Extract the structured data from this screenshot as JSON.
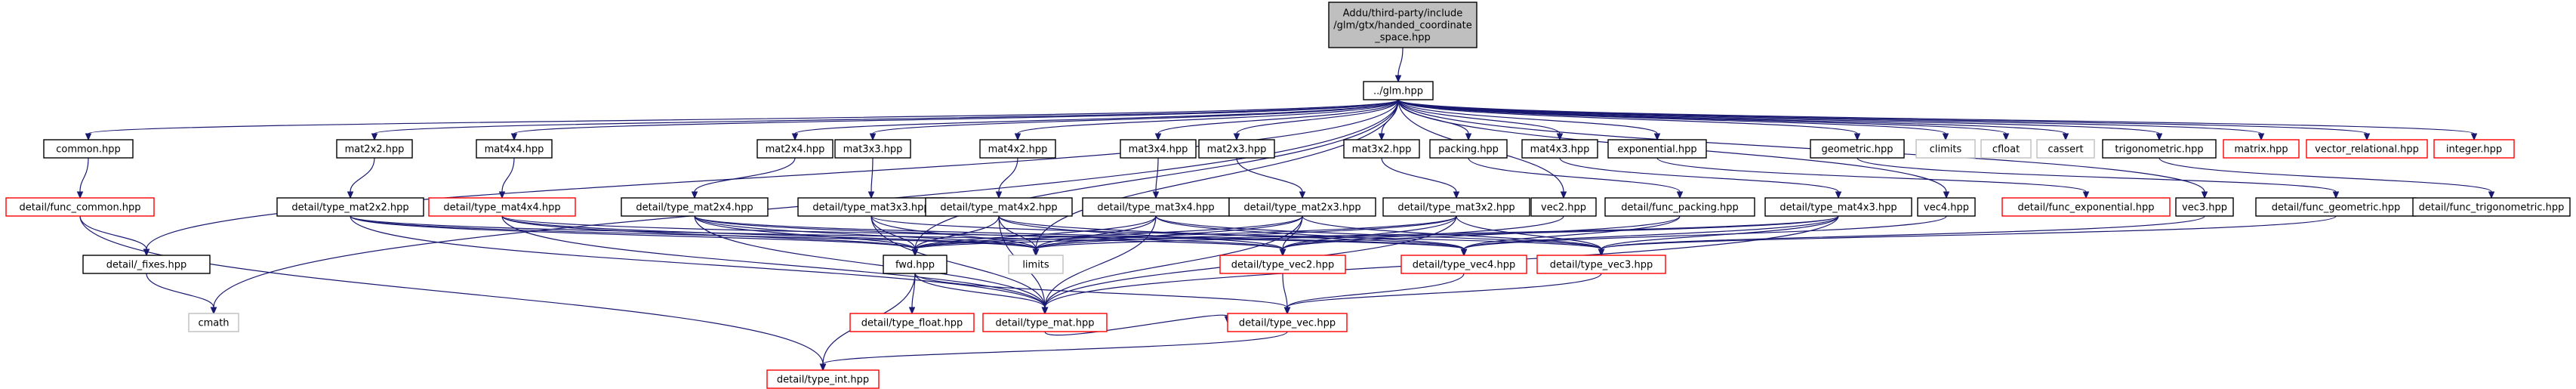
{
  "colors": {
    "edge": "#191970",
    "default_border": "#000000",
    "missing_border": "#bfbfbf",
    "link_border": "#ff0000",
    "root_fill": "#bfbfbf",
    "fill": "#ffffff"
  },
  "nodes": [
    {
      "id": "root",
      "lines": [
        "Addu/third-party/include",
        "/glm/gtx/handed_coordinate",
        "_space.hpp"
      ],
      "style": "root"
    },
    {
      "id": "glm",
      "lines": [
        "../glm.hpp"
      ],
      "style": "default"
    },
    {
      "id": "common",
      "lines": [
        "common.hpp"
      ],
      "style": "default"
    },
    {
      "id": "func_common",
      "lines": [
        "detail/func_common.hpp"
      ],
      "style": "link"
    },
    {
      "id": "fixes",
      "lines": [
        "detail/_fixes.hpp"
      ],
      "style": "default"
    },
    {
      "id": "cmath",
      "lines": [
        "cmath"
      ],
      "style": "missing"
    },
    {
      "id": "type_int",
      "lines": [
        "detail/type_int.hpp"
      ],
      "style": "link"
    },
    {
      "id": "mat2x2",
      "lines": [
        "mat2x2.hpp"
      ],
      "style": "default"
    },
    {
      "id": "type_mat2x2",
      "lines": [
        "detail/type_mat2x2.hpp"
      ],
      "style": "default"
    },
    {
      "id": "mat4x4",
      "lines": [
        "mat4x4.hpp"
      ],
      "style": "default"
    },
    {
      "id": "type_mat4x4",
      "lines": [
        "detail/type_mat4x4.hpp"
      ],
      "style": "link"
    },
    {
      "id": "mat2x4",
      "lines": [
        "mat2x4.hpp"
      ],
      "style": "default"
    },
    {
      "id": "type_mat2x4",
      "lines": [
        "detail/type_mat2x4.hpp"
      ],
      "style": "default"
    },
    {
      "id": "mat3x3",
      "lines": [
        "mat3x3.hpp"
      ],
      "style": "default"
    },
    {
      "id": "type_mat3x3",
      "lines": [
        "detail/type_mat3x3.hpp"
      ],
      "style": "default"
    },
    {
      "id": "mat4x2",
      "lines": [
        "mat4x2.hpp"
      ],
      "style": "default"
    },
    {
      "id": "type_mat4x2",
      "lines": [
        "detail/type_mat4x2.hpp"
      ],
      "style": "default"
    },
    {
      "id": "mat3x4",
      "lines": [
        "mat3x4.hpp"
      ],
      "style": "default"
    },
    {
      "id": "type_mat3x4",
      "lines": [
        "detail/type_mat3x4.hpp"
      ],
      "style": "default"
    },
    {
      "id": "mat2x3",
      "lines": [
        "mat2x3.hpp"
      ],
      "style": "default"
    },
    {
      "id": "type_mat2x3",
      "lines": [
        "detail/type_mat2x3.hpp"
      ],
      "style": "default"
    },
    {
      "id": "mat3x2",
      "lines": [
        "mat3x2.hpp"
      ],
      "style": "default"
    },
    {
      "id": "type_mat3x2",
      "lines": [
        "detail/type_mat3x2.hpp"
      ],
      "style": "default"
    },
    {
      "id": "packing",
      "lines": [
        "packing.hpp"
      ],
      "style": "default"
    },
    {
      "id": "func_packing",
      "lines": [
        "detail/func_packing.hpp"
      ],
      "style": "default"
    },
    {
      "id": "mat4x3",
      "lines": [
        "mat4x3.hpp"
      ],
      "style": "default"
    },
    {
      "id": "type_mat4x3",
      "lines": [
        "detail/type_mat4x3.hpp"
      ],
      "style": "default"
    },
    {
      "id": "exponential",
      "lines": [
        "exponential.hpp"
      ],
      "style": "default"
    },
    {
      "id": "func_exponential",
      "lines": [
        "detail/func_exponential.hpp"
      ],
      "style": "link"
    },
    {
      "id": "vec2",
      "lines": [
        "vec2.hpp"
      ],
      "style": "default"
    },
    {
      "id": "vec4",
      "lines": [
        "vec4.hpp"
      ],
      "style": "default"
    },
    {
      "id": "vec3",
      "lines": [
        "vec3.hpp"
      ],
      "style": "default"
    },
    {
      "id": "geometric",
      "lines": [
        "geometric.hpp"
      ],
      "style": "default"
    },
    {
      "id": "func_geometric",
      "lines": [
        "detail/func_geometric.hpp"
      ],
      "style": "default"
    },
    {
      "id": "climits",
      "lines": [
        "climits"
      ],
      "style": "missing"
    },
    {
      "id": "cfloat",
      "lines": [
        "cfloat"
      ],
      "style": "missing"
    },
    {
      "id": "cassert",
      "lines": [
        "cassert"
      ],
      "style": "missing"
    },
    {
      "id": "trigonometric",
      "lines": [
        "trigonometric.hpp"
      ],
      "style": "default"
    },
    {
      "id": "func_trigonometric",
      "lines": [
        "detail/func_trigonometric.hpp"
      ],
      "style": "default"
    },
    {
      "id": "matrix",
      "lines": [
        "matrix.hpp"
      ],
      "style": "link"
    },
    {
      "id": "vector_relational",
      "lines": [
        "vector_relational.hpp"
      ],
      "style": "link"
    },
    {
      "id": "integer",
      "lines": [
        "integer.hpp"
      ],
      "style": "link"
    },
    {
      "id": "fwd",
      "lines": [
        "fwd.hpp"
      ],
      "style": "default"
    },
    {
      "id": "limits",
      "lines": [
        "limits"
      ],
      "style": "missing"
    },
    {
      "id": "type_vec2",
      "lines": [
        "detail/type_vec2.hpp"
      ],
      "style": "link"
    },
    {
      "id": "type_vec4",
      "lines": [
        "detail/type_vec4.hpp"
      ],
      "style": "link"
    },
    {
      "id": "type_vec3",
      "lines": [
        "detail/type_vec3.hpp"
      ],
      "style": "link"
    },
    {
      "id": "type_float",
      "lines": [
        "detail/type_float.hpp"
      ],
      "style": "link"
    },
    {
      "id": "type_mat",
      "lines": [
        "detail/type_mat.hpp"
      ],
      "style": "link"
    },
    {
      "id": "type_vec",
      "lines": [
        "detail/type_vec.hpp"
      ],
      "style": "link"
    }
  ],
  "edges": [
    [
      "root",
      "glm"
    ],
    [
      "glm",
      "common"
    ],
    [
      "glm",
      "mat2x2"
    ],
    [
      "glm",
      "mat4x4"
    ],
    [
      "glm",
      "mat2x4"
    ],
    [
      "glm",
      "mat3x3"
    ],
    [
      "glm",
      "mat4x2"
    ],
    [
      "glm",
      "mat3x4"
    ],
    [
      "glm",
      "mat2x3"
    ],
    [
      "glm",
      "mat3x2"
    ],
    [
      "glm",
      "packing"
    ],
    [
      "glm",
      "mat4x3"
    ],
    [
      "glm",
      "exponential"
    ],
    [
      "glm",
      "geometric"
    ],
    [
      "glm",
      "climits"
    ],
    [
      "glm",
      "cfloat"
    ],
    [
      "glm",
      "cassert"
    ],
    [
      "glm",
      "trigonometric"
    ],
    [
      "glm",
      "matrix"
    ],
    [
      "glm",
      "vector_relational"
    ],
    [
      "glm",
      "integer"
    ],
    [
      "glm",
      "fixes"
    ],
    [
      "glm",
      "cmath"
    ],
    [
      "glm",
      "fwd"
    ],
    [
      "glm",
      "limits"
    ],
    [
      "glm",
      "vec2"
    ],
    [
      "glm",
      "vec3"
    ],
    [
      "glm",
      "vec4"
    ],
    [
      "common",
      "func_common"
    ],
    [
      "func_common",
      "fixes"
    ],
    [
      "func_common",
      "type_int"
    ],
    [
      "fixes",
      "cmath"
    ],
    [
      "mat2x2",
      "type_mat2x2"
    ],
    [
      "mat4x4",
      "type_mat4x4"
    ],
    [
      "mat2x4",
      "type_mat2x4"
    ],
    [
      "mat3x3",
      "type_mat3x3"
    ],
    [
      "mat4x2",
      "type_mat4x2"
    ],
    [
      "mat3x4",
      "type_mat3x4"
    ],
    [
      "mat2x3",
      "type_mat2x3"
    ],
    [
      "mat3x2",
      "type_mat3x2"
    ],
    [
      "mat4x3",
      "type_mat4x3"
    ],
    [
      "packing",
      "func_packing"
    ],
    [
      "exponential",
      "func_exponential"
    ],
    [
      "geometric",
      "func_geometric"
    ],
    [
      "trigonometric",
      "func_trigonometric"
    ],
    [
      "type_mat2x2",
      "fwd"
    ],
    [
      "type_mat2x2",
      "limits"
    ],
    [
      "type_mat2x2",
      "type_vec2"
    ],
    [
      "type_mat2x2",
      "type_mat"
    ],
    [
      "type_mat4x4",
      "fwd"
    ],
    [
      "type_mat4x4",
      "limits"
    ],
    [
      "type_mat4x4",
      "type_vec4"
    ],
    [
      "type_mat4x4",
      "type_mat"
    ],
    [
      "type_mat2x4",
      "fwd"
    ],
    [
      "type_mat2x4",
      "limits"
    ],
    [
      "type_mat2x4",
      "type_vec2"
    ],
    [
      "type_mat2x4",
      "type_vec4"
    ],
    [
      "type_mat2x4",
      "type_mat"
    ],
    [
      "type_mat3x3",
      "fwd"
    ],
    [
      "type_mat3x3",
      "limits"
    ],
    [
      "type_mat3x3",
      "type_vec3"
    ],
    [
      "type_mat3x3",
      "type_mat"
    ],
    [
      "type_mat4x2",
      "fwd"
    ],
    [
      "type_mat4x2",
      "limits"
    ],
    [
      "type_mat4x2",
      "type_vec2"
    ],
    [
      "type_mat4x2",
      "type_vec4"
    ],
    [
      "type_mat4x2",
      "type_mat"
    ],
    [
      "type_mat3x4",
      "fwd"
    ],
    [
      "type_mat3x4",
      "limits"
    ],
    [
      "type_mat3x4",
      "type_vec3"
    ],
    [
      "type_mat3x4",
      "type_vec4"
    ],
    [
      "type_mat3x4",
      "type_mat"
    ],
    [
      "type_mat2x3",
      "fwd"
    ],
    [
      "type_mat2x3",
      "limits"
    ],
    [
      "type_mat2x3",
      "type_vec2"
    ],
    [
      "type_mat2x3",
      "type_vec3"
    ],
    [
      "type_mat2x3",
      "type_mat"
    ],
    [
      "type_mat3x2",
      "fwd"
    ],
    [
      "type_mat3x2",
      "limits"
    ],
    [
      "type_mat3x2",
      "type_vec2"
    ],
    [
      "type_mat3x2",
      "type_vec3"
    ],
    [
      "type_mat3x2",
      "type_mat"
    ],
    [
      "type_mat4x3",
      "fwd"
    ],
    [
      "type_mat4x3",
      "limits"
    ],
    [
      "type_mat4x3",
      "type_vec3"
    ],
    [
      "type_mat4x3",
      "type_vec4"
    ],
    [
      "type_mat4x3",
      "type_mat"
    ],
    [
      "func_packing",
      "type_vec2"
    ],
    [
      "func_packing",
      "type_vec4"
    ],
    [
      "func_exponential",
      "type_vec1_placeholder"
    ],
    [
      "vec2",
      "type_vec2"
    ],
    [
      "vec4",
      "type_vec4"
    ],
    [
      "vec3",
      "type_vec3"
    ],
    [
      "func_geometric",
      "type_vec3"
    ],
    [
      "fwd",
      "type_int"
    ],
    [
      "fwd",
      "type_float"
    ],
    [
      "fwd",
      "type_vec"
    ],
    [
      "fwd",
      "type_mat"
    ],
    [
      "type_vec2",
      "type_vec"
    ],
    [
      "type_vec4",
      "type_vec"
    ],
    [
      "type_vec3",
      "type_vec"
    ],
    [
      "type_vec",
      "type_int"
    ],
    [
      "type_mat",
      "type_vec"
    ]
  ]
}
